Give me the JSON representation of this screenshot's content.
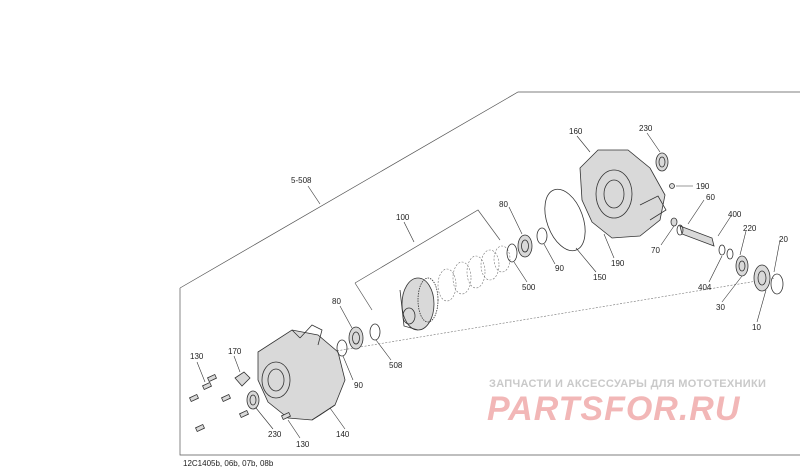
{
  "labels": {
    "l5_508": "5-508",
    "l100": "100",
    "l160": "160",
    "l230_top": "230",
    "l190_a": "190",
    "l60": "60",
    "l400": "400",
    "l220": "220",
    "l20": "20",
    "l80_top": "80",
    "l90_top": "90",
    "l500": "500",
    "l150": "150",
    "l190_b": "190",
    "l70": "70",
    "l404": "404",
    "l30": "30",
    "l10": "10",
    "l80_low": "80",
    "l508": "508",
    "l90_low": "90",
    "l130_left": "130",
    "l170": "170",
    "l230_low": "230",
    "l130_low": "130",
    "l140": "140"
  },
  "watermark": {
    "tagline": "ЗАПЧАСТИ И АКСЕССУАРЫ ДЛЯ МОТОТЕХНИКИ",
    "brand": "PARTSFOR.RU"
  },
  "footer": {
    "code": "12C1405b, 06b, 07b, 08b"
  }
}
